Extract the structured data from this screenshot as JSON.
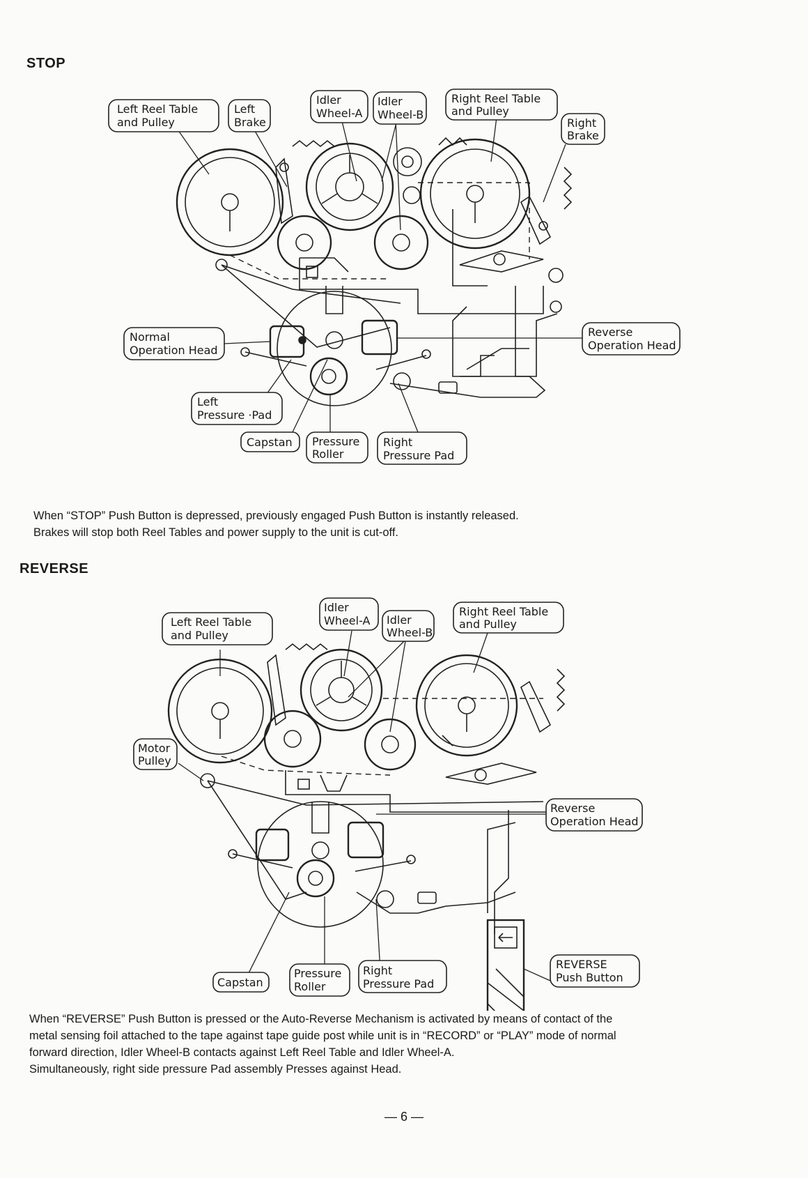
{
  "sections": {
    "stop": {
      "title": "STOP",
      "labels": {
        "left_reel": [
          "Left Reel Table",
          "and Pulley"
        ],
        "left_brake": [
          "Left",
          "Brake"
        ],
        "idler_a": [
          "Idler",
          "Wheel-A"
        ],
        "idler_b": [
          "Idler",
          "Wheel-B"
        ],
        "right_reel": [
          "Right Reel Table",
          "and Pulley"
        ],
        "right_brake": [
          "Right",
          "Brake"
        ],
        "normal_head": [
          "Normal",
          "Operation Head"
        ],
        "reverse_head": [
          "Reverse",
          "Operation Head"
        ],
        "left_pad": [
          "Left",
          "Pressure ·Pad"
        ],
        "capstan": [
          "Capstan"
        ],
        "pressure_roller": [
          "Pressure",
          "Roller"
        ],
        "right_pad": [
          "Right",
          "Pressure Pad"
        ]
      },
      "description": [
        "When “STOP” Push Button is depressed, previously engaged Push Button is instantly released.",
        "Brakes will stop both Reel Tables and power supply to the unit is cut-off."
      ]
    },
    "reverse": {
      "title": "REVERSE",
      "labels": {
        "left_reel": [
          "Left Reel Table",
          "and Pulley"
        ],
        "idler_a": [
          "Idler",
          "Wheel-A"
        ],
        "idler_b": [
          "Idler",
          "Wheel-B"
        ],
        "right_reel": [
          "Right Reel Table",
          "and Pulley"
        ],
        "motor_pulley": [
          "Motor",
          "Pulley"
        ],
        "reverse_head": [
          "Reverse",
          "Operation Head"
        ],
        "capstan": [
          "Capstan"
        ],
        "pressure_roller": [
          "Pressure",
          "Roller"
        ],
        "right_pad": [
          "Right",
          "Pressure Pad"
        ],
        "reverse_button": [
          "REVERSE",
          "Push Button"
        ]
      },
      "description": [
        "When “REVERSE” Push Button is pressed or the Auto-Reverse Mechanism is activated by means of contact of the",
        "metal sensing foil attached to the tape against tape guide post while unit is in “RECORD” or “PLAY” mode of normal",
        "forward direction, Idler Wheel-B contacts against Left Reel Table and Idler Wheel-A.",
        "Simultaneously, right side pressure Pad assembly Presses against Head."
      ]
    }
  },
  "page_number": "— 6 —"
}
